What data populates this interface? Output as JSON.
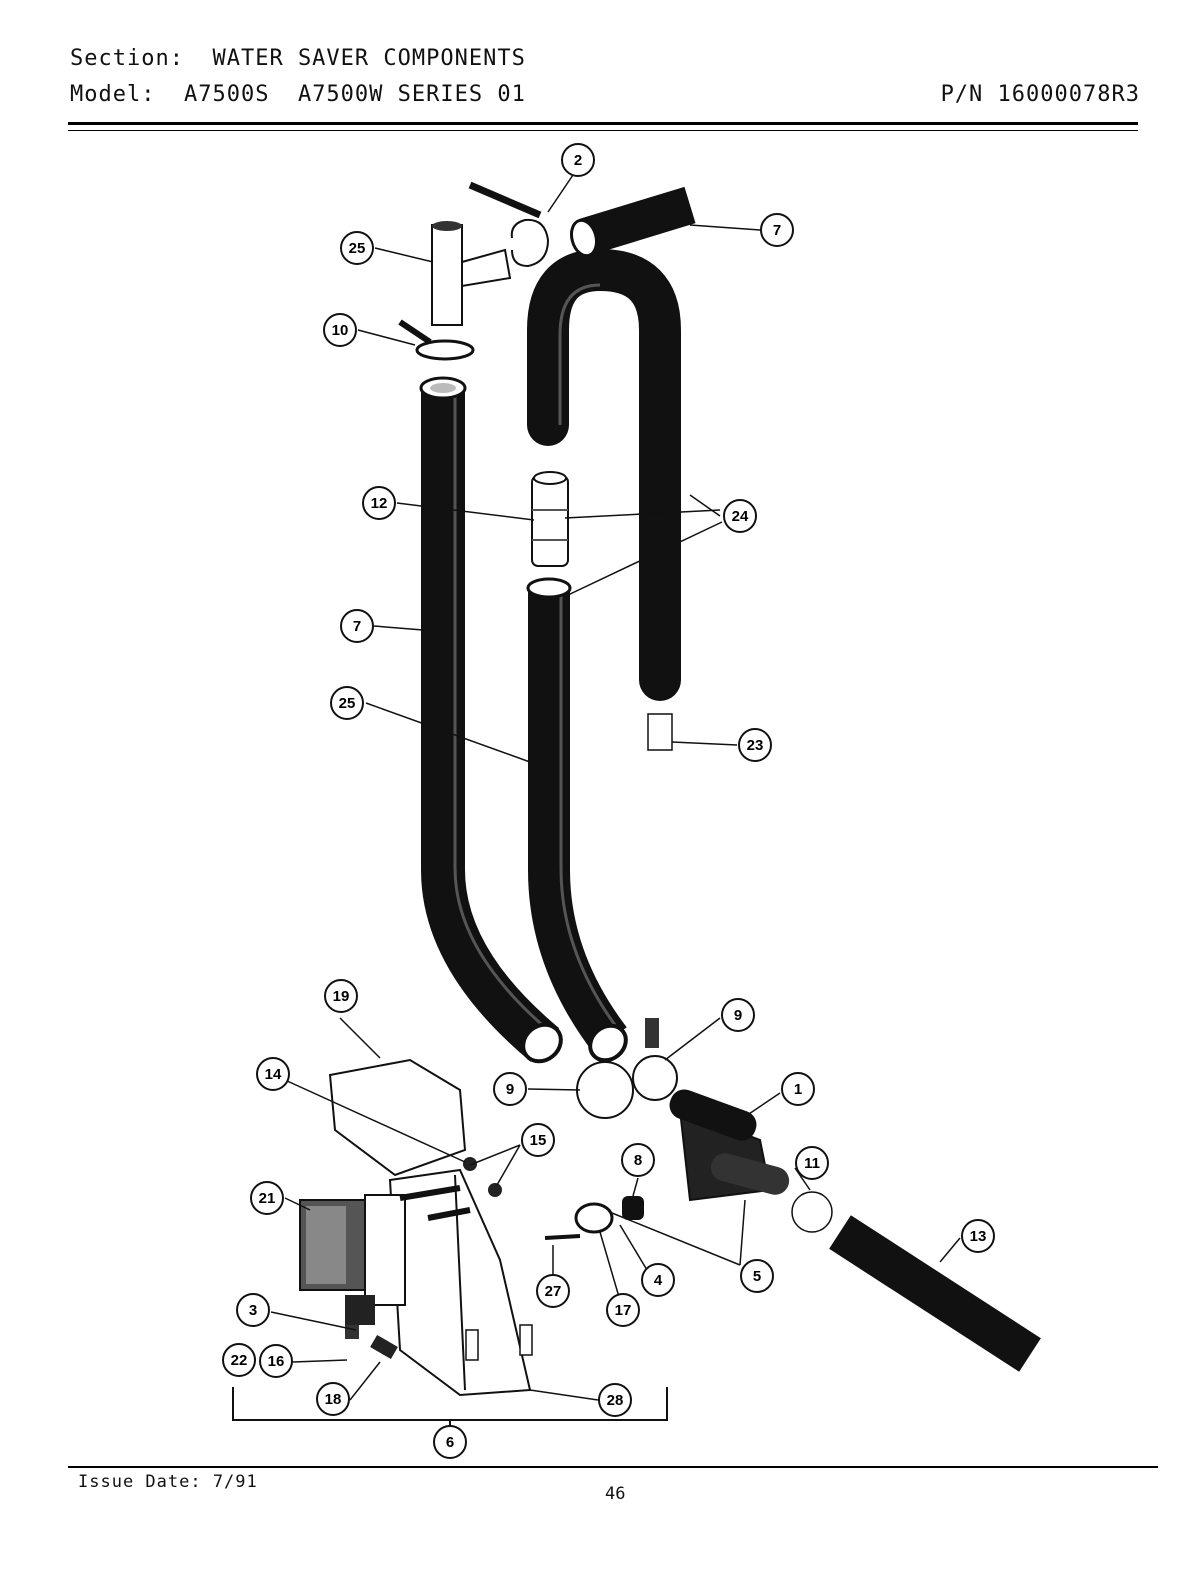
{
  "header": {
    "section_label": "Section:",
    "section_value": "WATER SAVER COMPONENTS",
    "model_label": "Model:",
    "model_value": "A7500S  A7500W SERIES 01",
    "part_number": "P/N 16000078R3"
  },
  "footer": {
    "issue_date": "Issue Date: 7/91",
    "page_number": "46"
  },
  "callouts": [
    "2",
    "7",
    "25",
    "10",
    "12",
    "24",
    "7",
    "25",
    "23",
    "19",
    "9",
    "14",
    "9",
    "1",
    "15",
    "8",
    "11",
    "21",
    "13",
    "5",
    "4",
    "27",
    "17",
    "3",
    "22",
    "16",
    "18",
    "28",
    "6"
  ]
}
